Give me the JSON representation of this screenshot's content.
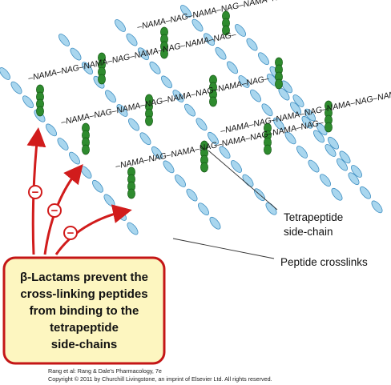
{
  "strands": [
    {
      "id": "s1",
      "label": "–NAMA–NAG–NAMA–NAG–NAMA–NAG–"
    },
    {
      "id": "s2",
      "label": "–NAMA–NAG–NAMA–NAG–NAMA–NAG–NAMA–NAG–"
    },
    {
      "id": "s3",
      "label": "–NAMA–NAG–NAMA–NAG–NAMA–NAG–NAMA–NAG–"
    },
    {
      "id": "s4",
      "label": "–NAMA–NAG–NAMA–NAG–NAMA–NAG–NAMA–NAG–"
    },
    {
      "id": "s5",
      "label": "–NAMA–NAG–NAMA–NAG–NAMA–NAG–NAMA–NAG–"
    }
  ],
  "callouts": {
    "tetrapeptide_line1": "Tetrapeptide",
    "tetrapeptide_line2": "side-chain",
    "crosslinks": "Peptide crosslinks"
  },
  "inhibition_symbol": "−",
  "box": {
    "line1": "β-Lactams prevent the",
    "line2": "cross-linking peptides",
    "line3": "from binding to the",
    "line4": "tetrapeptide",
    "line5": "side-chains"
  },
  "credit": {
    "line1": "Rang et al: Rang & Dale's Pharmacology, 7e",
    "line2": "Copyright © 2011 by Churchill Livingstone, an imprint of Elsevier Ltd. All rights reserved."
  },
  "colors": {
    "crosslink_fill": "#a9d6ee",
    "crosslink_stroke": "#3f8fc2",
    "sidechain_fill": "#2e8b2e",
    "sidechain_stroke": "#165c16",
    "arrow": "#d11c1c",
    "box_fill": "#fdf6c0",
    "box_stroke": "#c41616"
  }
}
